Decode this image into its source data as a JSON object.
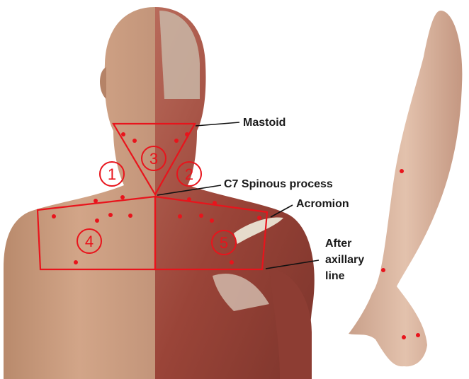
{
  "regions": [
    {
      "number": "1"
    },
    {
      "number": "2"
    },
    {
      "number": "3"
    },
    {
      "number": "4"
    },
    {
      "number": "5"
    }
  ],
  "labels": {
    "mastoid": "Mastoid",
    "c7": "C7 Spinous process",
    "acromion": "Acromion",
    "after_axillary_1": "After",
    "after_axillary_2": "axillary",
    "after_axillary_3": "line"
  },
  "colors": {
    "marking": "#e8141c",
    "skin": "#c89a7c",
    "muscle": "#9e4a3e",
    "leader": "#111111"
  },
  "icons": [
    "back-torso-illustration",
    "arm-illustration",
    "tender-point-dot"
  ]
}
